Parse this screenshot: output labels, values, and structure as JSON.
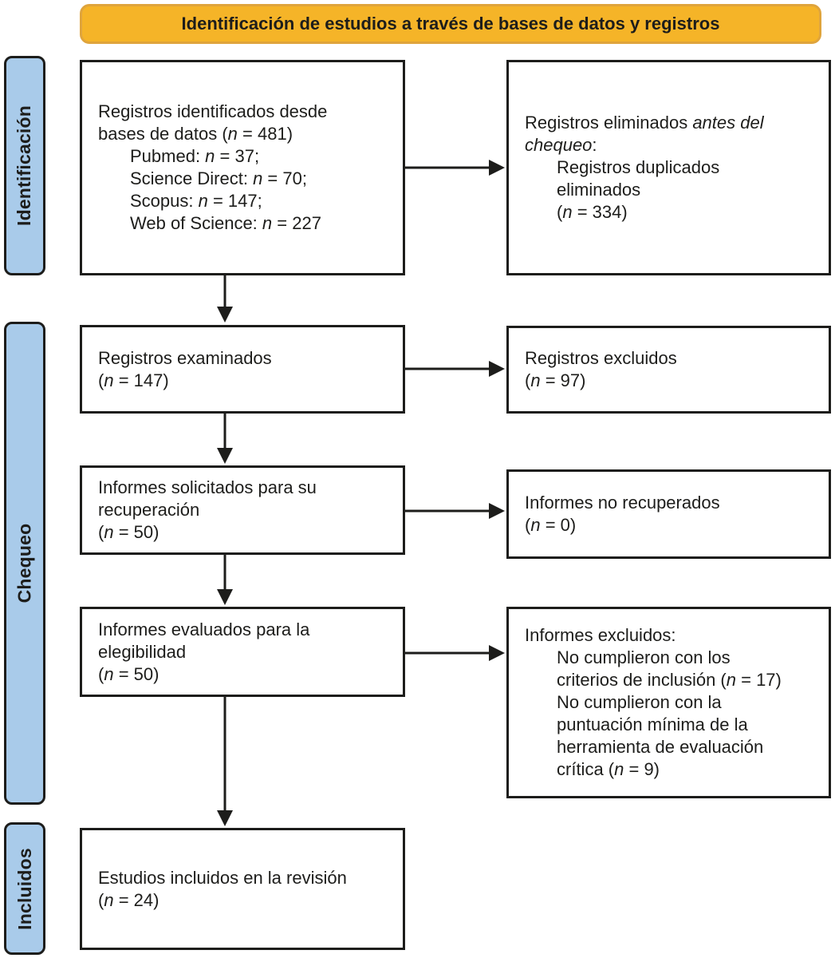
{
  "banner": {
    "label": "Identificación de estudios a través de bases de datos y registros"
  },
  "colors": {
    "ink": "#1d1d1b",
    "banner_fill": "#f5b428",
    "banner_border": "#dfa43c",
    "sidebar_fill": "#a9cbea"
  },
  "sidebar": {
    "items": [
      {
        "label": "Identificación"
      },
      {
        "label": "Chequeo"
      },
      {
        "label": "Incluidos"
      }
    ]
  },
  "boxes": {
    "db_identified": {
      "lines": [
        {
          "seg": [
            {
              "t": "Registros identificados desde"
            }
          ]
        },
        {
          "seg": [
            {
              "t": "bases de datos ("
            },
            {
              "t": "n",
              "i": true
            },
            {
              "t": " = 481)"
            }
          ]
        },
        {
          "ind": true,
          "seg": [
            {
              "t": "Pubmed: "
            },
            {
              "t": "n",
              "i": true
            },
            {
              "t": " = 37;"
            }
          ]
        },
        {
          "ind": true,
          "seg": [
            {
              "t": "Science Direct: "
            },
            {
              "t": "n",
              "i": true
            },
            {
              "t": " = 70;"
            }
          ]
        },
        {
          "ind": true,
          "seg": [
            {
              "t": "Scopus: "
            },
            {
              "t": "n",
              "i": true
            },
            {
              "t": " = 147;"
            }
          ]
        },
        {
          "ind": true,
          "seg": [
            {
              "t": "Web of Science: "
            },
            {
              "t": "n",
              "i": true
            },
            {
              "t": " = 227"
            }
          ]
        }
      ]
    },
    "removed_before_screening": {
      "lines": [
        {
          "seg": [
            {
              "t": "Registros eliminados "
            },
            {
              "t": "antes del",
              "i": true
            }
          ]
        },
        {
          "seg": [
            {
              "t": "chequeo",
              "i": true
            },
            {
              "t": ":"
            }
          ]
        },
        {
          "ind": true,
          "seg": [
            {
              "t": "Registros duplicados"
            }
          ]
        },
        {
          "ind": true,
          "seg": [
            {
              "t": "eliminados"
            }
          ]
        },
        {
          "ind": true,
          "seg": [
            {
              "t": "("
            },
            {
              "t": "n",
              "i": true
            },
            {
              "t": " = 334)"
            }
          ]
        }
      ]
    },
    "records_screened": {
      "lines": [
        {
          "seg": [
            {
              "t": "Registros examinados"
            }
          ]
        },
        {
          "seg": [
            {
              "t": "("
            },
            {
              "t": "n",
              "i": true
            },
            {
              "t": " = 147)"
            }
          ]
        }
      ]
    },
    "records_excluded": {
      "lines": [
        {
          "seg": [
            {
              "t": "Registros excluidos"
            }
          ]
        },
        {
          "seg": [
            {
              "t": "("
            },
            {
              "t": "n",
              "i": true
            },
            {
              "t": " = 97)"
            }
          ]
        }
      ]
    },
    "reports_sought": {
      "lines": [
        {
          "seg": [
            {
              "t": "Informes solicitados para su"
            }
          ]
        },
        {
          "seg": [
            {
              "t": "recuperación"
            }
          ]
        },
        {
          "seg": [
            {
              "t": "("
            },
            {
              "t": "n",
              "i": true
            },
            {
              "t": " = 50)"
            }
          ]
        }
      ]
    },
    "reports_not_retrieved": {
      "lines": [
        {
          "seg": [
            {
              "t": "Informes no recuperados"
            }
          ]
        },
        {
          "seg": [
            {
              "t": "("
            },
            {
              "t": "n",
              "i": true
            },
            {
              "t": " = 0)"
            }
          ]
        }
      ]
    },
    "reports_assessed": {
      "lines": [
        {
          "seg": [
            {
              "t": "Informes evaluados para la"
            }
          ]
        },
        {
          "seg": [
            {
              "t": "elegibilidad"
            }
          ]
        },
        {
          "seg": [
            {
              "t": "("
            },
            {
              "t": "n",
              "i": true
            },
            {
              "t": " = 50)"
            }
          ]
        }
      ]
    },
    "reports_excluded": {
      "lines": [
        {
          "seg": [
            {
              "t": "Informes excluidos:"
            }
          ]
        },
        {
          "ind": true,
          "seg": [
            {
              "t": "No cumplieron con los"
            }
          ]
        },
        {
          "ind": true,
          "seg": [
            {
              "t": "criterios de inclusión ("
            },
            {
              "t": "n",
              "i": true
            },
            {
              "t": " = 17)"
            }
          ]
        },
        {
          "ind": true,
          "seg": [
            {
              "t": "No cumplieron con la"
            }
          ]
        },
        {
          "ind": true,
          "seg": [
            {
              "t": "puntuación mínima de la"
            }
          ]
        },
        {
          "ind": true,
          "seg": [
            {
              "t": "herramienta de evaluación"
            }
          ]
        },
        {
          "ind": true,
          "seg": [
            {
              "t": "crítica ("
            },
            {
              "t": "n",
              "i": true
            },
            {
              "t": " = 9)"
            }
          ]
        }
      ]
    },
    "studies_included": {
      "lines": [
        {
          "seg": [
            {
              "t": "Estudios incluidos en la revisión"
            }
          ]
        },
        {
          "seg": [
            {
              "t": "("
            },
            {
              "t": "n",
              "i": true
            },
            {
              "t": " = 24)"
            }
          ]
        }
      ]
    }
  }
}
